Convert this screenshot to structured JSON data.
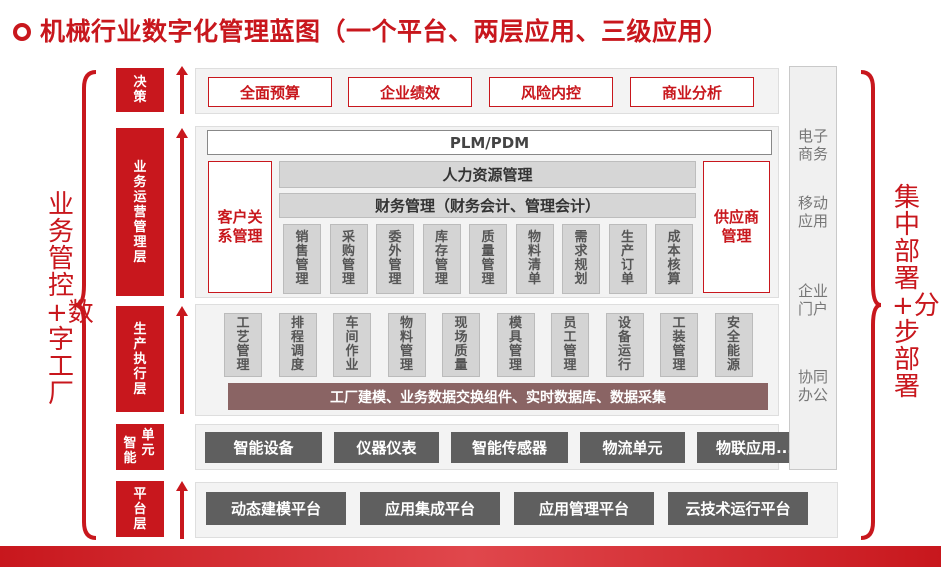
{
  "title": "机械行业数字化管理蓝图（一个平台、两层应用、三级应用）",
  "left_brace_label": "业务管控+数字工厂",
  "right_brace_label": "集中部署+分步部署",
  "layers": {
    "decision": "决策",
    "operations": "业务运营管理层",
    "execution": "生产执行层",
    "smart_unit": {
      "left": "智能",
      "right": "单元"
    },
    "platform": "平台层"
  },
  "decision_items": [
    "全面预算",
    "企业绩效",
    "风险内控",
    "商业分析"
  ],
  "operations": {
    "plm": "PLM/PDM",
    "hr": "人力资源管理",
    "finance": "财务管理（财务会计、管理会计）",
    "crm": "客户关系管理",
    "scm": "供应商管理",
    "modules": [
      "销售管理",
      "采购管理",
      "委外管理",
      "库存管理",
      "质量管理",
      "物料清单",
      "需求规划",
      "生产订单",
      "成本核算"
    ]
  },
  "execution": {
    "modules": [
      "工艺管理",
      "排程调度",
      "车间作业",
      "物料管理",
      "现场质量",
      "模具管理",
      "员工管理",
      "设备运行",
      "工装管理",
      "安全能源"
    ],
    "bar": "工厂建模、业务数据交换组件、实时数据库、数据采集"
  },
  "smart_unit_items": [
    "智能设备",
    "仪器仪表",
    "智能传感器",
    "物流单元",
    "物联应用..."
  ],
  "platform_items": [
    "动态建模平台",
    "应用集成平台",
    "应用管理平台",
    "云技术运行平台"
  ],
  "right_column": [
    "电子商务",
    "移动应用",
    "企业门户",
    "协同办公"
  ],
  "colors": {
    "accent": "#c8171d",
    "dark_gray": "#5f5f5f",
    "light_gray": "#d6d6d6"
  }
}
